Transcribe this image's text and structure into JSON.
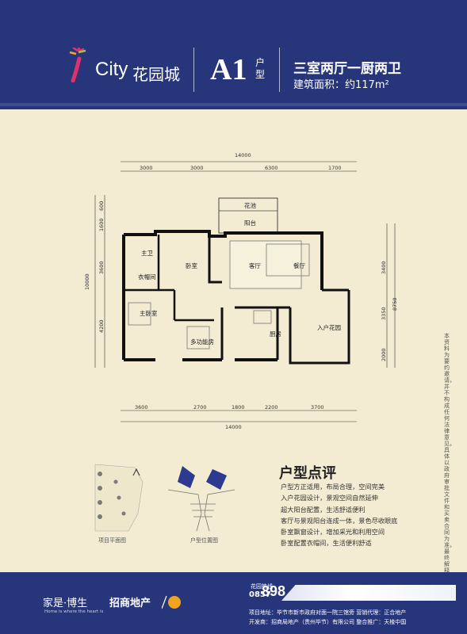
{
  "header": {
    "logo_text": "City",
    "logo_cn": "花园城",
    "unit_code": "A1",
    "unit_suffix": "户型",
    "layout_title": "三室两厅一厨两卫",
    "area": "建筑面积：约117m²"
  },
  "plan": {
    "dims_top_total": "14000",
    "dims_top": [
      "3000",
      "3000",
      "6300",
      "1700"
    ],
    "dims_bottom": [
      "3600",
      "2700",
      "1800",
      "2200",
      "3700"
    ],
    "dims_bottom_total": "14000",
    "dims_left": [
      "600",
      "1600",
      "3600",
      "4200"
    ],
    "dims_left_total": "10000",
    "dims_right": [
      "3400",
      "3350",
      "2000"
    ],
    "dims_right_total": "8750",
    "rooms": {
      "flower_bed": "花池",
      "balcony": "阳台",
      "master_bath": "主卫",
      "bedroom": "卧室",
      "closet": "衣帽间",
      "living": "客厅",
      "dining": "餐厅",
      "master_bedroom": "主卧室",
      "multi_room": "多功能房",
      "kitchen": "厨房",
      "entry_garden": "入户花园"
    }
  },
  "side_note": "本资料为要约邀请，并不构成任何法律意见，具体以政府审批文件和买卖合同为准，最终解释权归开发商所有。",
  "review": {
    "title": "户型点评",
    "items": [
      "户型方正适用，布局合理，空间完美",
      "入户花园设计，景观空间自然延伸",
      "超大阳台配置，生活舒适便利",
      "客厅与景观阳台连成一体，景色尽收眼底",
      "卧室飘窗设计，增加采光和利用空间",
      "卧室配置衣帽间，生活便利舒适"
    ]
  },
  "captions": {
    "site_plan": "项目平面图",
    "unit_position": "户型位置图"
  },
  "footer": {
    "slogan": "家是·博生",
    "slogan_en": "Home is where the heart is",
    "developer_brand": "招商地产",
    "hotline_label": "花园热线",
    "hotline_code": "0857",
    "hotline_num": "898",
    "address": "项目地址：毕节市新市政府对面一院三馆旁   营销代理：正合地产",
    "developer": "开发商：招商局地产（贵州毕节）有限公司   整合推广：天棱中国"
  }
}
